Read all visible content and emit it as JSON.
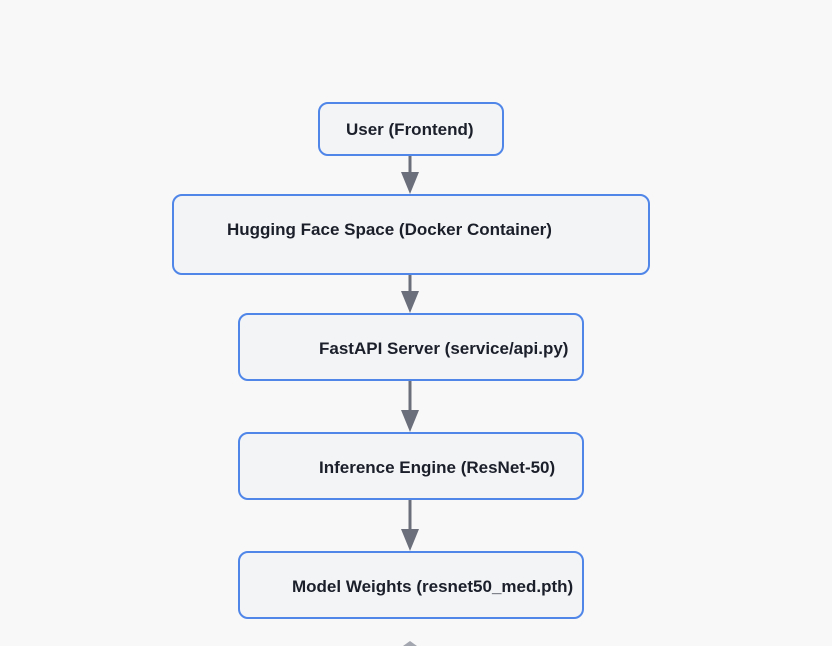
{
  "diagram": {
    "nodes": [
      {
        "id": "user",
        "label": "User (Frontend)"
      },
      {
        "id": "hf-space",
        "label": "Hugging Face Space (Docker Container)"
      },
      {
        "id": "fastapi",
        "label": "FastAPI Server (service/api.py)"
      },
      {
        "id": "inference",
        "label": "Inference Engine (ResNet-50)"
      },
      {
        "id": "weights",
        "label": "Model Weights (resnet50_med.pth)"
      }
    ],
    "edges": [
      {
        "from": "user",
        "to": "hf-space"
      },
      {
        "from": "hf-space",
        "to": "fastapi"
      },
      {
        "from": "fastapi",
        "to": "inference"
      },
      {
        "from": "inference",
        "to": "weights"
      }
    ]
  },
  "colors": {
    "node_border": "#4f86e8",
    "node_fill": "#f3f4f6",
    "arrow": "#6b6f7b",
    "text": "#1b1f2a",
    "background": "#f8f8f9"
  }
}
